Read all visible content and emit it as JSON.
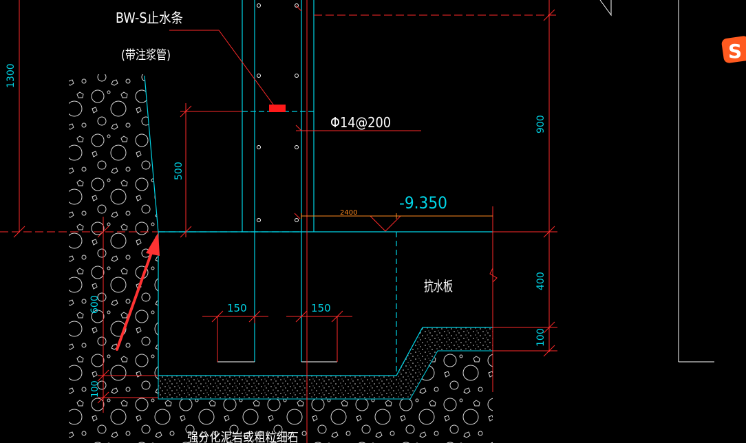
{
  "labels": {
    "waterstop": "BW-S止水条",
    "grout_pipe": "(带注浆管)",
    "rebar": "Φ14@200",
    "elevation": "-9.350",
    "slab": "抗水板",
    "bottom_note": "强分化泥岩或粗粒细石"
  },
  "dimensions": {
    "d1300": "1300",
    "d500": "500",
    "d900": "900",
    "d2400": "2400",
    "d400": "400",
    "d100_right": "100",
    "d600": "600",
    "d100_left": "100",
    "d150_a": "150",
    "d150_b": "150"
  },
  "icons": {
    "logo": "sogou-s-logo-icon",
    "arrow": "red-annotation-arrow-icon"
  },
  "colors": {
    "background": "#000000",
    "cyan": "#00d4e6",
    "red": "#ff2a2a",
    "white": "#ffffff",
    "orange": "#ff8a1e",
    "logo": "#ff5a1f"
  }
}
